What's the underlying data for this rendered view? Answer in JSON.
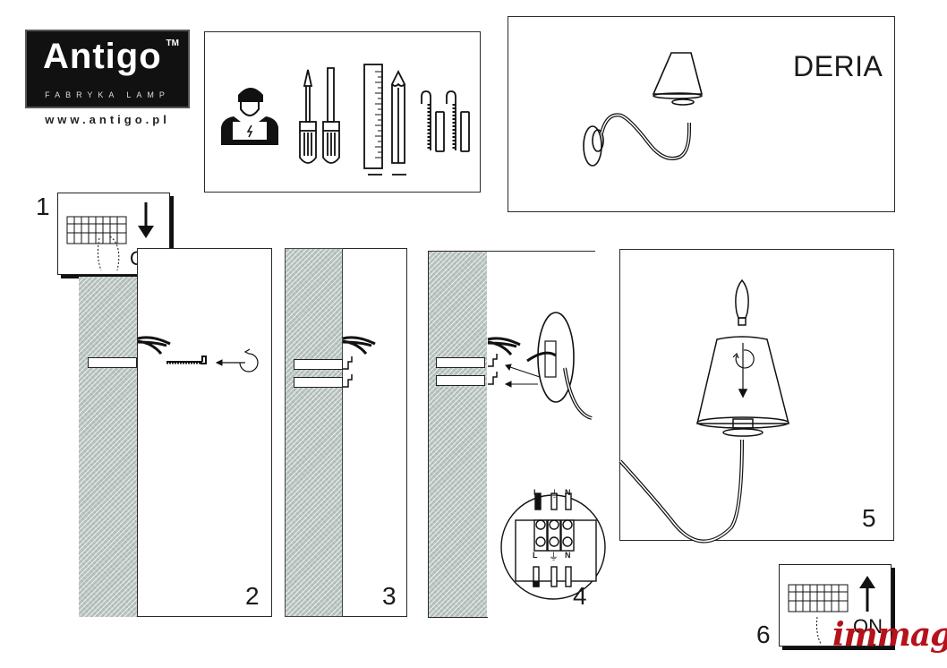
{
  "brand": {
    "name": "Antigo",
    "trademark": "TM",
    "tagline": "FABRYKA LAMP",
    "website": "www.antigo.pl"
  },
  "tools_panel": {
    "icons": [
      "electrician-icon",
      "phillips-screwdriver-icon",
      "flat-screwdriver-icon",
      "ruler-icon",
      "pencil-icon",
      "wall-plug-hook-icon",
      "wall-plug-icon"
    ]
  },
  "product": {
    "name": "DERIA"
  },
  "steps": [
    {
      "number": "1",
      "label": "OFF",
      "description": "Switch off power at the fuse box"
    },
    {
      "number": "2",
      "description": "Drill hole and insert wall plug"
    },
    {
      "number": "3",
      "description": "Install mounting hooks in wall"
    },
    {
      "number": "4",
      "description": "Connect wires to terminal block and mount base",
      "terminal_labels": [
        "L",
        "⏚",
        "N"
      ]
    },
    {
      "number": "5",
      "description": "Fit lampshade and insert bulb"
    },
    {
      "number": "6",
      "label": "ON",
      "description": "Switch power back on"
    }
  ],
  "watermark": "immag",
  "colors": {
    "ink": "#1a1a1a",
    "wall_hatch": "#b9c4c0",
    "watermark": "#b5121b",
    "logo_bg": "#111111"
  }
}
